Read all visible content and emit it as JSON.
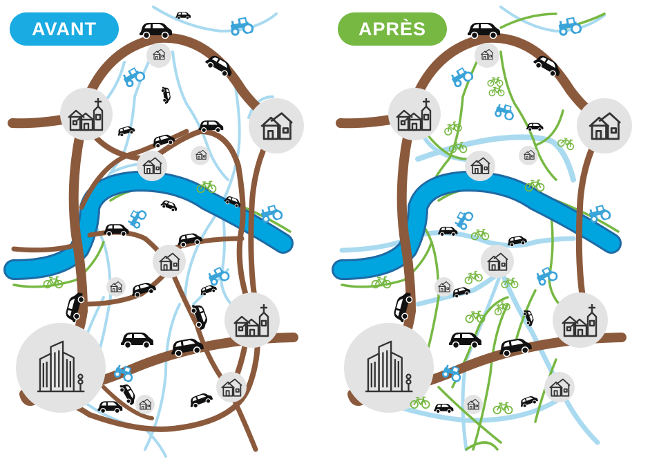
{
  "panels": [
    {
      "id": "before",
      "label": "AVANT",
      "color": "#1aabe2"
    },
    {
      "id": "after",
      "label": "APRÈS",
      "color": "#77b843"
    }
  ],
  "colors": {
    "road": "#8b5a3c",
    "river": "#00a4df",
    "river_bank": "#1d6aa5",
    "path_blue": "#a9daf0",
    "path_green": "#77b843",
    "node_circle": "#e3e3e3",
    "car": "#111111",
    "tractor": "#3aa3d8",
    "bike": "#77b843"
  },
  "icons": [
    "house-icon",
    "church-icon",
    "city-buildings-icon",
    "car-icon",
    "tractor-icon",
    "bicycle-icon",
    "traffic-light-icon"
  ]
}
